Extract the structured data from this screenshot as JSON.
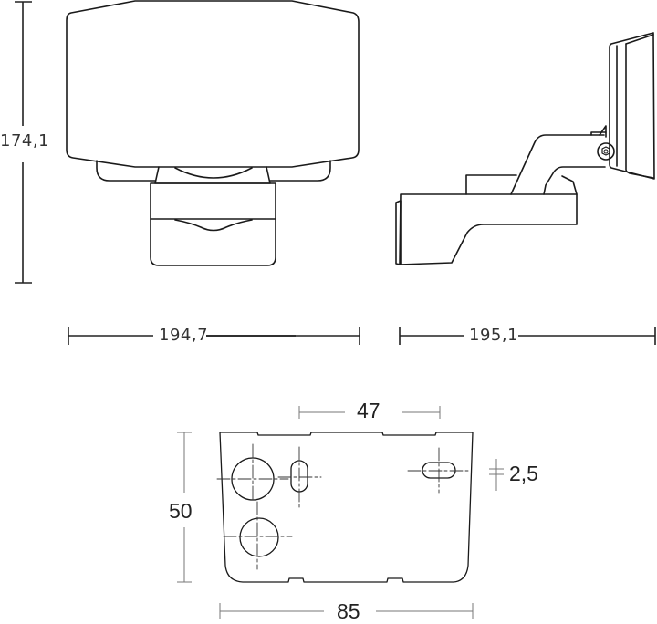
{
  "drawing": {
    "views": {
      "front": {
        "label": "front-view"
      },
      "side": {
        "label": "side-view"
      },
      "mounting_plate": {
        "label": "mounting-plate-view"
      }
    },
    "dimensions": {
      "height": "174,1",
      "front_width": "194,7",
      "side_depth": "195,1",
      "hole_spacing": "47",
      "plate_height": "50",
      "slot_width": "2,5",
      "plate_width": "85"
    },
    "colors": {
      "stroke": "#1a1a1a",
      "dim_line": "#222222",
      "dim_line_light": "#777777",
      "background": "#ffffff"
    }
  }
}
